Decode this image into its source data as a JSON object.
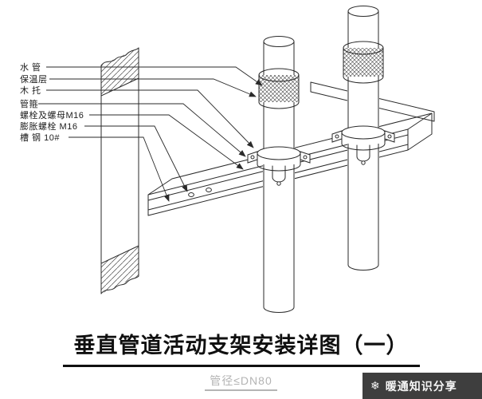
{
  "colors": {
    "line-color": "#2a2a2a",
    "title-color": "#101010",
    "subtitle-color": "#b4b4b4",
    "wm-bg": "#3e3e3e",
    "wm-text": "#f7f7f7"
  },
  "callouts": [
    {
      "label": "水 管"
    },
    {
      "label": "保温层"
    },
    {
      "label": "木 托"
    },
    {
      "label": "管箍"
    },
    {
      "label": "螺栓及螺母M16"
    },
    {
      "label": "膨胀螺栓 M16"
    },
    {
      "label": "槽 钢 10#"
    }
  ],
  "title": "垂直管道活动支架安装详图（一）",
  "subtitle": "管径≤DN80",
  "watermark": {
    "icon": "❄",
    "text": "暖通知识分享"
  }
}
